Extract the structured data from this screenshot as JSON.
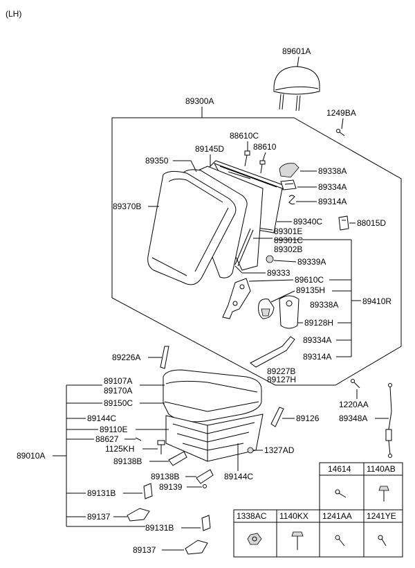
{
  "header": {
    "variant": "(LH)"
  },
  "labels": {
    "l89601A": "89601A",
    "l89300A": "89300A",
    "l1249BA": "1249BA",
    "l88610C": "88610C",
    "l88610": "88610",
    "l89145D": "89145D",
    "l89350": "89350",
    "l89338A_1": "89338A",
    "l89334A_1": "89334A",
    "l89314A_1": "89314A",
    "l89370B": "89370B",
    "l88015D": "88015D",
    "l89340C": "89340C",
    "l89301E": "89301E",
    "l89301C": "89301C",
    "l89302B": "89302B",
    "l89339A": "89339A",
    "l89333": "89333",
    "l89610C": "89610C",
    "l89135H": "89135H",
    "l89338A_2": "89338A",
    "l89410R": "89410R",
    "l89128H": "89128H",
    "l89334A_2": "89334A",
    "l89314A_2": "89314A",
    "l89226A": "89226A",
    "l89227B": "89227B",
    "l89127H": "89127H",
    "l89107A": "89107A",
    "l89170A": "89170A",
    "l1220AA": "1220AA",
    "l89348A": "89348A",
    "l89150C": "89150C",
    "l89144C_1": "89144C",
    "l89126": "89126",
    "l89110E": "89110E",
    "l88627": "88627",
    "l1327AD": "1327AD",
    "l89010A": "89010A",
    "l1125KH": "1125KH",
    "l89138B_1": "89138B",
    "l89144C_2": "89144C",
    "l89138B_2": "89138B",
    "l89139": "89139",
    "l89131B_1": "89131B",
    "l89137_1": "89137",
    "l89131B_2": "89131B",
    "l89137_2": "89137"
  },
  "table": {
    "row1": [
      "14614",
      "1140AB"
    ],
    "row2": [
      "1338AC",
      "1140KX",
      "1241AA",
      "1241YE"
    ]
  }
}
